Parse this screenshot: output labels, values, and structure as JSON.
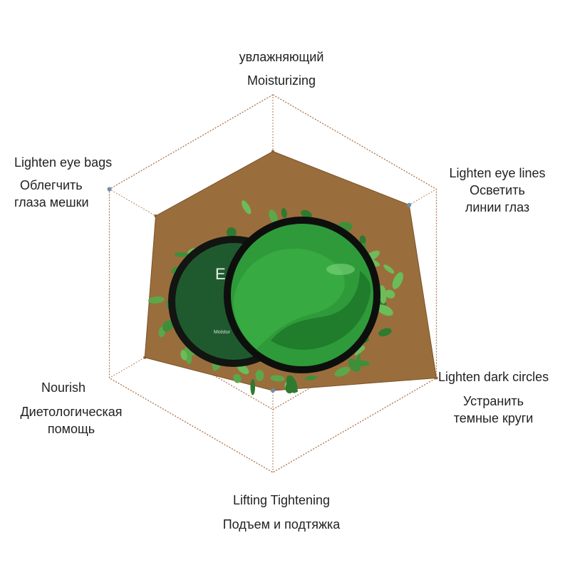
{
  "chart_data": {
    "type": "radar",
    "axes": [
      {
        "en": "Moisturizing",
        "ru": "увлажняющий"
      },
      {
        "en": "Lighten eye lines",
        "ru": "Осветить линии глаз"
      },
      {
        "en": "Lighten dark circles",
        "ru": "Устранить темные круги"
      },
      {
        "en": "Lifting Tightening",
        "ru": "Подъем и подтяжка"
      },
      {
        "en": "Nourish",
        "ru": "Диетологическая помощь"
      },
      {
        "en": "Lighten eye bags",
        "ru": "Облегчить глаза мешки"
      }
    ],
    "rings": 3,
    "range": [
      0,
      3
    ],
    "values": [
      2.1,
      2.5,
      3.0,
      1.7,
      2.35,
      2.15
    ],
    "grid": true,
    "colors": {
      "fill": "#9a6e3c",
      "grid": "#b07a55",
      "marker": "#6b8fb0",
      "product": "#1f7a2e"
    },
    "product_icon": "green-eye-patch-jar"
  },
  "labels": {
    "top_ru": "увлажняющий",
    "top_en": "Moisturizing",
    "topright_en": "Lighten eye lines",
    "topright_ru_1": "Осветить",
    "topright_ru_2": "линии глаз",
    "bottomright_en": "Lighten dark circles",
    "bottomright_ru_1": "Устранить",
    "bottomright_ru_2": "темные круги",
    "bottom_en": "Lifting Tightening",
    "bottom_ru": "Подъем и подтяжка",
    "bottomleft_en": "Nourish",
    "bottomleft_ru_1": "Диетологическая",
    "bottomleft_ru_2": "помощь",
    "topleft_en": "Lighten eye bags",
    "topleft_ru_1": "Облегчить",
    "topleft_ru_2": "глаза мешки"
  },
  "product": {
    "lid_text": "E",
    "jar_text": "Moistur"
  }
}
